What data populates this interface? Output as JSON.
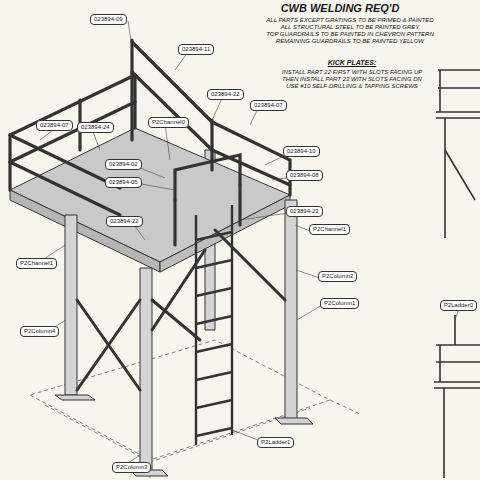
{
  "diagram": {
    "title": "CWB WELDING REQ'D",
    "labels": [
      "ALL PARTS EXCEPT GRATINGS TO BE PRIMED & PAINTED",
      "ALL STRUCTURAL STEEL TO BE PAINTED GREY",
      "TOP GUARDRAILS TO BE PAINTED IN CHEVRON PATTERN",
      "REMAINING GUARDRAILS TO BE PAINTED YELLOW",
      "KICK PLATES:",
      "INSTALL PART 22 FIRST WITH SLOTS FACING UP",
      "THEN INSTALL PART 23 WITH SLOTS FACING DN",
      "USE #10 SELF-DRILLING & TAPPING SCREWS",
      "023894-09",
      "023894-11",
      "023894-22",
      "P2Channel0",
      "023894-07",
      "023894-24",
      "023894-07",
      "023894-02",
      "023894-10",
      "023894-05",
      "023894-08",
      "023894-23",
      "023894-22",
      "P2Channel1",
      "P2Channel1",
      "P2Column2",
      "P2Column1",
      "P2Column4",
      "P2Ladder1",
      "P2Column3",
      "P2Ladder0"
    ]
  }
}
